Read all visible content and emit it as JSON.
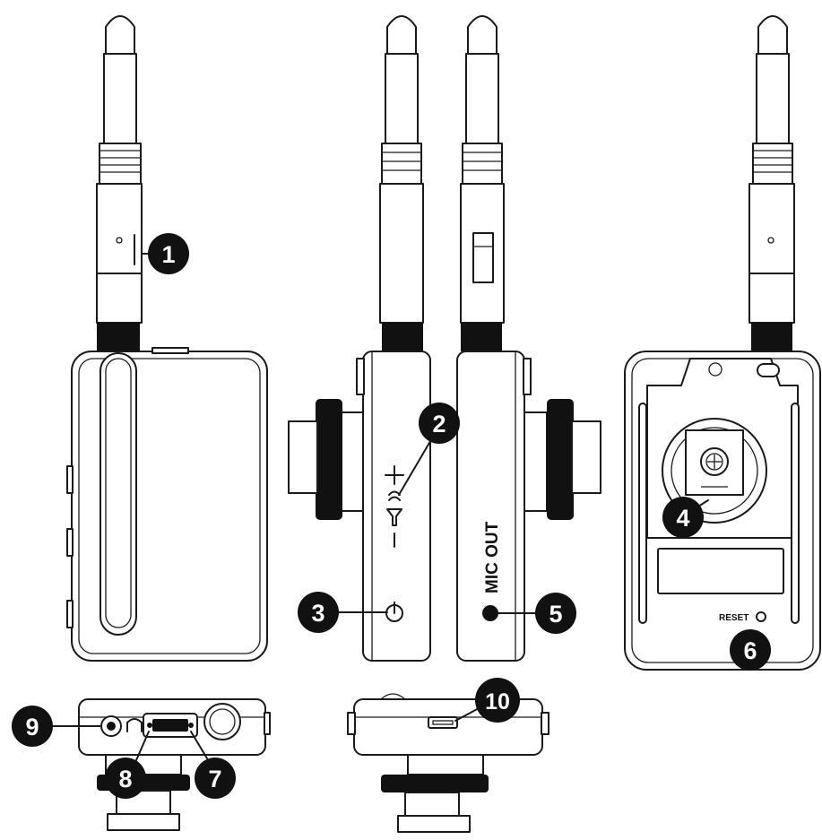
{
  "callouts": [
    {
      "num": "1"
    },
    {
      "num": "2"
    },
    {
      "num": "3"
    },
    {
      "num": "4"
    },
    {
      "num": "5"
    },
    {
      "num": "6"
    },
    {
      "num": "7"
    },
    {
      "num": "8"
    },
    {
      "num": "9"
    },
    {
      "num": "10"
    }
  ],
  "labels": {
    "mic_out": "MIC OUT",
    "reset": "RESET"
  },
  "colors": {
    "line": "#1a1a1a",
    "callout_fill": "#111111",
    "callout_text": "#ffffff",
    "background": "#ffffff"
  }
}
